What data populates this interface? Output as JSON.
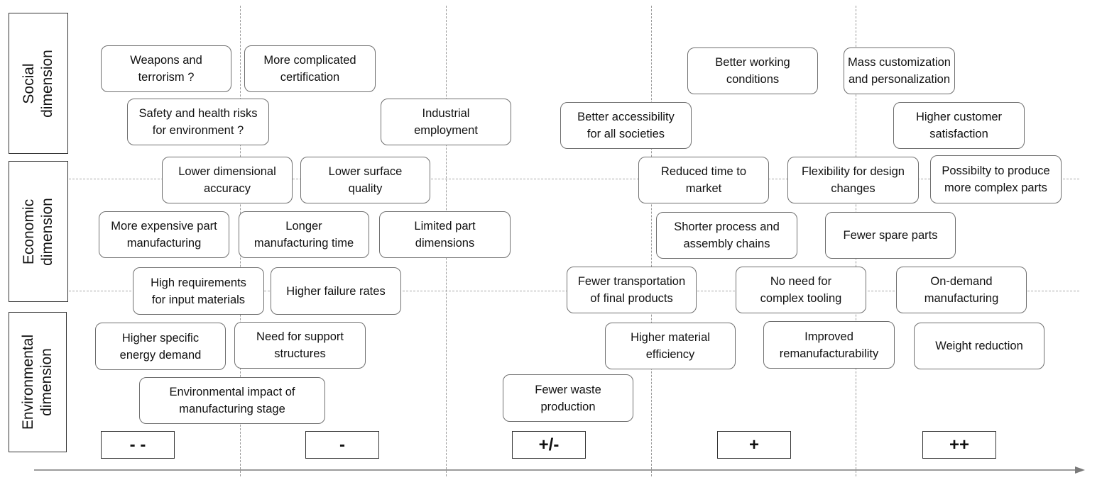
{
  "dimensions": {
    "social": "Social\ndimension",
    "economic": "Economic\ndimension",
    "environmental": "Environmental\ndimension"
  },
  "scale": [
    "- -",
    "-",
    "+/-",
    "+",
    "++"
  ],
  "factors": {
    "weapons": "Weapons and\nterrorism ?",
    "certification": "More complicated\ncertification",
    "safety": "Safety and health risks\nfor environment ?",
    "industrial_employment": "Industrial\nemployment",
    "accessibility": "Better accessibility\nfor all societies",
    "working_conditions": "Better working\nconditions",
    "mass_customization": "Mass customization\nand personalization",
    "customer_satisfaction": "Higher customer\nsatisfaction",
    "dimensional_accuracy": "Lower dimensional\naccuracy",
    "surface_quality": "Lower surface\nquality",
    "time_to_market": "Reduced time to\nmarket",
    "design_flexibility": "Flexibility for design\nchanges",
    "complex_parts": "Possibilty to produce\nmore complex parts",
    "expensive_parts": "More expensive part\nmanufacturing",
    "longer_time": "Longer\nmanufacturing time",
    "limited_dimensions": "Limited part\ndimensions",
    "shorter_chains": "Shorter process and\nassembly chains",
    "spare_parts": "Fewer spare parts",
    "input_materials": "High requirements\nfor input materials",
    "failure_rates": "Higher failure rates",
    "transportation": "Fewer transportation\nof final products",
    "tooling": "No need for\ncomplex tooling",
    "on_demand": "On-demand\nmanufacturing",
    "energy_demand": "Higher specific\nenergy demand",
    "support_structures": "Need for support\nstructures",
    "material_efficiency": "Higher material\nefficiency",
    "remanufacturability": "Improved\nremanufacturability",
    "weight_reduction": "Weight reduction",
    "environmental_impact": "Environmental impact of\nmanufacturing stage",
    "waste": "Fewer waste\nproduction"
  }
}
